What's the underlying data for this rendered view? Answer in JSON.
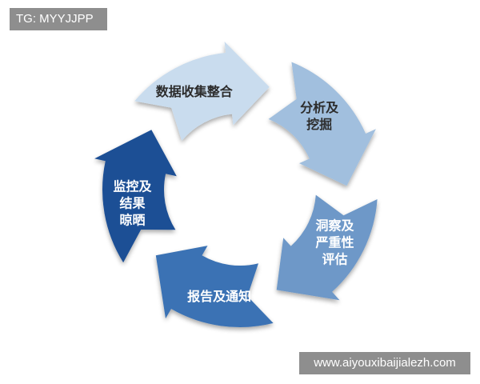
{
  "watermark": {
    "top_left": "TG: MYYJJPP",
    "bottom_right": "www.aiyouxibaijialezh.com"
  },
  "cycle": {
    "segments": [
      {
        "lines": [
          "数据收集整合"
        ],
        "color": "#c9dcee",
        "text_color": "#2c2c2c"
      },
      {
        "lines": [
          "分析及",
          "挖掘"
        ],
        "color": "#a1bfde",
        "text_color": "#2c2c2c"
      },
      {
        "lines": [
          "洞察及",
          "严重性",
          "评估"
        ],
        "color": "#6e98c8",
        "text_color": "#ffffff"
      },
      {
        "lines": [
          "报告及通知"
        ],
        "color": "#3a72b4",
        "text_color": "#ffffff"
      },
      {
        "lines": [
          "监控及",
          "结果",
          "晾晒"
        ],
        "color": "#1e4f95",
        "text_color": "#ffffff"
      }
    ]
  }
}
